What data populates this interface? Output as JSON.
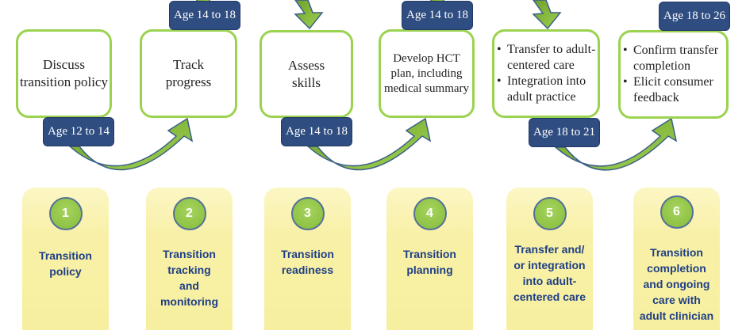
{
  "steps": [
    {
      "age": "Age 12 to 14",
      "box_text": "Discuss transition policy",
      "number": "1",
      "label": "Transition policy"
    },
    {
      "age": "Age 14 to 18",
      "box_text": "Track progress",
      "number": "2",
      "label": "Transition tracking and monitoring"
    },
    {
      "age": "Age 14 to 18",
      "box_text": "Assess skills",
      "number": "3",
      "label": "Transition readiness"
    },
    {
      "age": "Age 14 to 18",
      "box_text": "Develop HCT plan, including medical summary",
      "number": "4",
      "label": "Transition planning"
    },
    {
      "age": "Age 18 to 21",
      "bullets": [
        "Transfer to adult-centered care",
        "Integration into adult practice"
      ],
      "number": "5",
      "label": "Transfer and/ or integration into adult-centered care"
    },
    {
      "age": "Age 18 to 26",
      "bullets": [
        "Confirm transfer completion",
        "Elicit consumer feedback"
      ],
      "number": "6",
      "label": "Transition completion and ongoing care with adult clinician"
    }
  ],
  "colors": {
    "box_border": "#9bd250",
    "tag": "#2f4d80",
    "arrow": "#8cc63f",
    "label": "#1f3f86"
  }
}
